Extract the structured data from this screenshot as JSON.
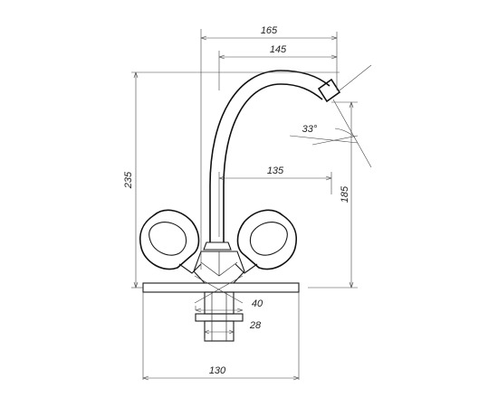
{
  "dimensions": {
    "overall_reach": "165",
    "spout_reach": "145",
    "inner_reach": "135",
    "total_height": "235",
    "spout_height": "185",
    "angle": "33°",
    "nut_width": "40",
    "shank_width": "28",
    "base_width": "130"
  }
}
